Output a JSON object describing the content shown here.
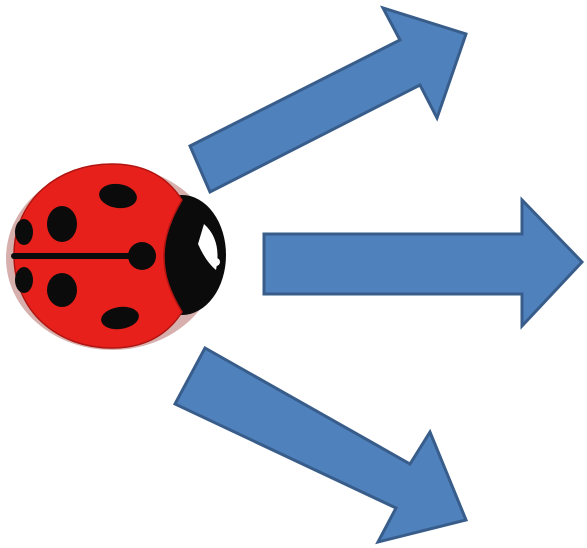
{
  "scene": {
    "background_color": "#ffffff",
    "ladybug": {
      "icon": "ladybug-icon",
      "shell_color": "#e8201c",
      "spot_color": "#0b0b0b",
      "head_color": "#0b0b0b",
      "eye_color": "#ffffff"
    },
    "arrows": [
      {
        "name": "arrow-up-right-icon",
        "direction": "up-right",
        "fill": "#4f81bd",
        "stroke": "#385d8a"
      },
      {
        "name": "arrow-right-icon",
        "direction": "right",
        "fill": "#4f81bd",
        "stroke": "#385d8a"
      },
      {
        "name": "arrow-down-right-icon",
        "direction": "down-right",
        "fill": "#4f81bd",
        "stroke": "#385d8a"
      }
    ]
  }
}
